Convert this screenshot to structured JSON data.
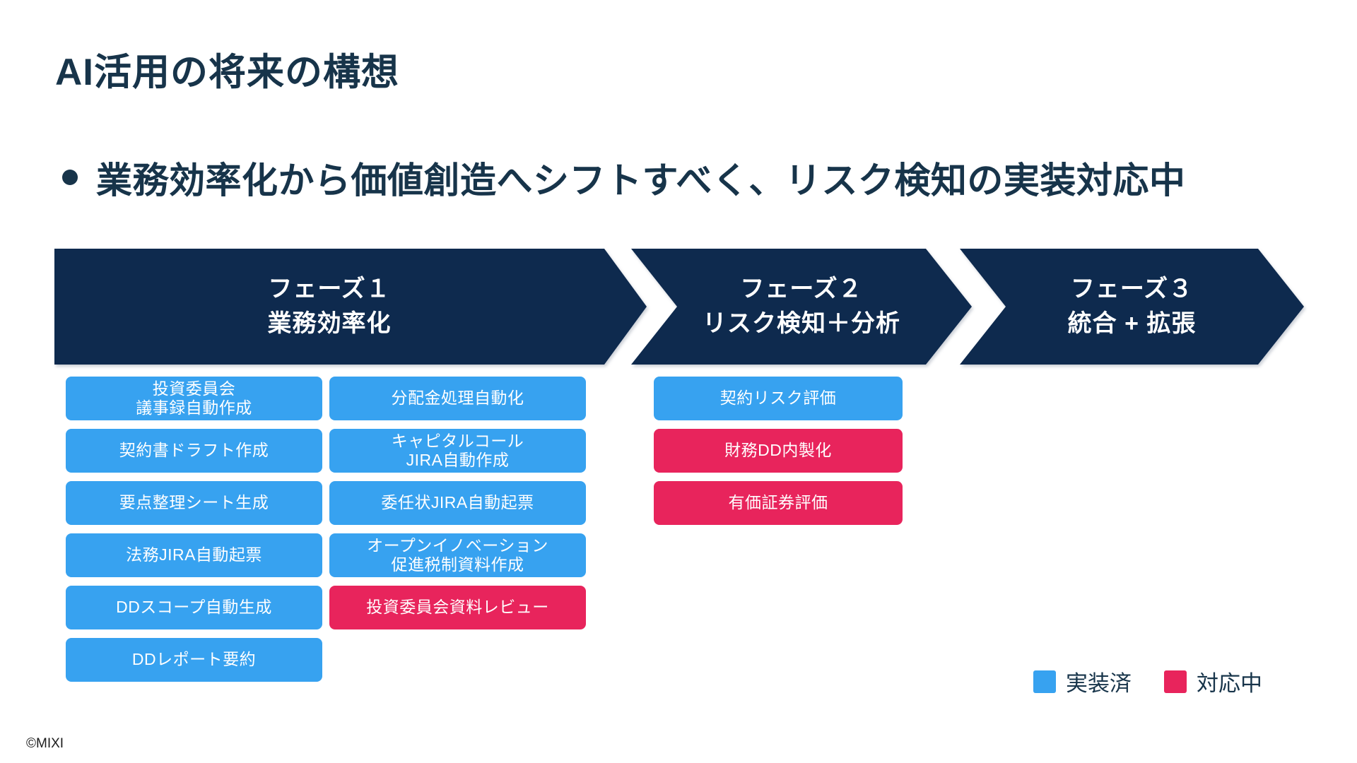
{
  "slide": {
    "title": "AI活用の将来の構想",
    "bullet_text": "業務効率化から価値創造へシフトすべく、リスク検知の実装対応中",
    "footer": "©MIXI"
  },
  "colors": {
    "phase_arrow": "#0e2a4e",
    "heading_text": "#17344a",
    "implemented_blue": "#37a2f0",
    "in_progress_red": "#e8245c"
  },
  "phases": [
    {
      "line1": "フェーズ１",
      "line2": "業務効率化"
    },
    {
      "line1": "フェーズ２",
      "line2": "リスク検知＋分析"
    },
    {
      "line1": "フェーズ３",
      "line2": "統合 + 拡張"
    }
  ],
  "boxes": {
    "phase1_col1": [
      {
        "label": "投資委員会\n議事録自動作成",
        "status": "done"
      },
      {
        "label": "契約書ドラフト作成",
        "status": "done"
      },
      {
        "label": "要点整理シート生成",
        "status": "done"
      },
      {
        "label": "法務JIRA自動起票",
        "status": "done"
      },
      {
        "label": "DDスコープ自動生成",
        "status": "done"
      },
      {
        "label": "DDレポート要約",
        "status": "done"
      }
    ],
    "phase1_col2": [
      {
        "label": "分配金処理自動化",
        "status": "done"
      },
      {
        "label": "キャピタルコール\nJIRA自動作成",
        "status": "done"
      },
      {
        "label": "委任状JIRA自動起票",
        "status": "done"
      },
      {
        "label": "オープンイノベーション\n促進税制資料作成",
        "status": "done"
      },
      {
        "label": "投資委員会資料レビュー",
        "status": "working"
      }
    ],
    "phase2_col": [
      {
        "label": "契約リスク評価",
        "status": "done"
      },
      {
        "label": "財務DD内製化",
        "status": "working"
      },
      {
        "label": "有価証券評価",
        "status": "working"
      }
    ]
  },
  "legend": {
    "done_label": "実装済",
    "working_label": "対応中"
  }
}
